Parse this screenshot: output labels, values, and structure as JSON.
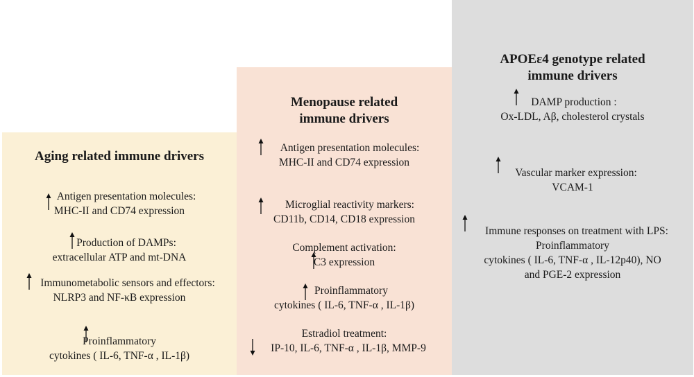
{
  "aging": {
    "title": "Aging related immune drivers",
    "items": [
      {
        "lines": [
          "Antigen presentation molecules:",
          "MHC-II and  CD74 expression"
        ],
        "arrow": "up"
      },
      {
        "lines": [
          "Production of DAMPs:",
          "extracellular ATP and mt-DNA"
        ],
        "arrow": "up"
      },
      {
        "lines": [
          "Immunometabolic sensors and effectors:",
          "NLRP3 and NF-κB  expression"
        ],
        "arrow": "up"
      },
      {
        "lines": [
          "Proinflammatory",
          "cytokines ( IL-6, TNF-α , IL-1β)"
        ],
        "arrow": "up"
      }
    ]
  },
  "menopause": {
    "title_lines": [
      "Menopause related",
      "immune drivers"
    ],
    "items": [
      {
        "lines": [
          "Antigen presentation molecules:",
          "MHC-II and  CD74 expression"
        ],
        "arrow": "up"
      },
      {
        "lines": [
          "Microglial reactivity markers:",
          "CD11b, CD14, CD18 expression"
        ],
        "arrow": "up"
      },
      {
        "lines": [
          "Complement activation:",
          "C3 expression"
        ],
        "arrow": "up"
      },
      {
        "lines": [
          "Proinflammatory",
          "cytokines ( IL-6, TNF-α , IL-1β)"
        ],
        "arrow": "up"
      },
      {
        "lines": [
          "Estradiol treatment:",
          "IP-10, IL-6, TNF-α , IL-1β, MMP-9"
        ],
        "arrow": "down"
      }
    ]
  },
  "apoe": {
    "title_lines": [
      "APOEε4 genotype related",
      "immune drivers"
    ],
    "items": [
      {
        "lines": [
          "DAMP production :",
          "Ox-LDL, Aβ, cholesterol crystals"
        ],
        "arrow": "up"
      },
      {
        "lines": [
          "Vascular marker expression:",
          "VCAM-1"
        ],
        "arrow": "up"
      },
      {
        "lines": [
          "Immune responses on treatment with LPS:",
          "Proinflammatory",
          "cytokines ( IL-6, TNF-α , IL-12p40), NO",
          "and PGE-2  expression"
        ],
        "arrow": "up"
      }
    ]
  },
  "colors": {
    "aging_bg": "#fbf0d6",
    "menopause_bg": "#f9e2d5",
    "apoe_bg": "#dddddd",
    "arrow": "#111111"
  }
}
